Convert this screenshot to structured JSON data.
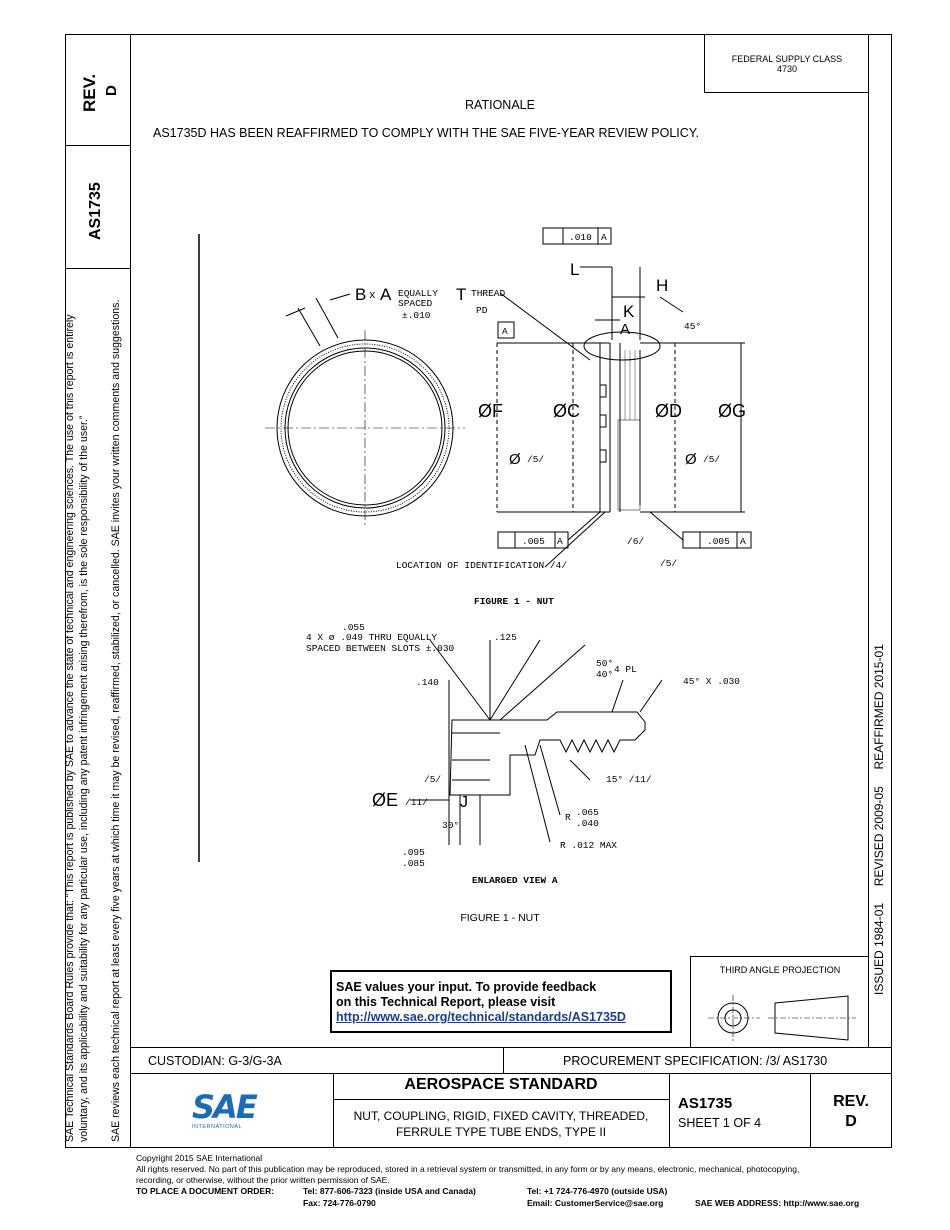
{
  "header": {
    "fsc_line1": "FEDERAL SUPPLY CLASS",
    "fsc_line2": "4730",
    "rationale_title": "RATIONALE",
    "rationale_text": "AS1735D HAS BEEN REAFFIRMED TO COMPLY WITH THE SAE FIVE-YEAR REVIEW POLICY."
  },
  "left_strip": {
    "rev_label": "REV.",
    "rev_value": "D",
    "doc_number": "AS1735",
    "rules_line1": "SAE Technical Standards Board Rules provide that: “This report is published by SAE to advance the state of technical and engineering sciences. The use of this report is entirely",
    "rules_line2": "voluntary, and its applicability and suitability for any particular use, including any patent infringement arising therefrom, is the sole responsibility of the user.”",
    "rules_line3": "SAE reviews each technical report at least every five years at which time it may be revised, reaffirmed, stabilized, or cancelled. SAE invites your written comments and suggestions."
  },
  "right_strip": {
    "dates": "ISSUED 1984-01     REVISED 2009-05     REAFFIRMED 2015-01"
  },
  "drawing": {
    "fig1_title": "FIGURE 1 - NUT",
    "fig1_caption": "FIGURE 1 - NUT",
    "enlarged_view": "ENLARGED VIEW A",
    "label_b": "B",
    "label_x": "x",
    "label_a": "A",
    "equally_spaced": "EQUALLY",
    "spaced": "SPACED",
    "tol_010": "±.010",
    "label_t": "T",
    "thread": "THREAD",
    "pd": "PD",
    "datum_a": "A",
    "perp_tol": ".010",
    "label_l": "L",
    "label_h": "H",
    "label_k": "K",
    "angle_45": "45°",
    "dia_f": "ØF",
    "dia_c": "ØC",
    "dia_d": "ØD",
    "dia_g": "ØG",
    "note5": "/5/",
    "note6": "/6/",
    "runout_tol": ".005",
    "location_id": "LOCATION OF IDENTIFICATION /4/",
    "slots_055": ".055",
    "slots_text1": "4 X ø .049 THRU EQUALLY",
    "slots_text2": "SPACED BETWEEN SLOTS ±.030",
    "dim_125": ".125",
    "angle_50": "50°",
    "angle_40": "40°",
    "four_pl": "4 PL",
    "dim_140": ".140",
    "chamfer": "45° X .030",
    "note11": "/11/",
    "dia_e": "ØE",
    "label_j": "J",
    "thread_angle": "15° /11/",
    "angle_30": "30°",
    "r_label": "R",
    "r_065": ".065",
    "r_040": ".040",
    "r_max": "R .012 MAX",
    "dim_095": ".095",
    "dim_085": ".085"
  },
  "feedback": {
    "line1": "SAE values your input. To provide feedback",
    "line2": "on this Technical Report, please visit",
    "link": "http://www.sae.org/technical/standards/AS1735D"
  },
  "projection": {
    "label": "THIRD ANGLE PROJECTION"
  },
  "title_block": {
    "custodian": "CUSTODIAN: G-3/G-3A",
    "procurement": "PROCUREMENT SPECIFICATION: /3/ AS1730",
    "std_title": "AEROSPACE STANDARD",
    "desc_line1": "NUT, COUPLING, RIGID, FIXED CAVITY, THREADED,",
    "desc_line2": "FERRULE TYPE TUBE ENDS, TYPE II",
    "doc_number": "AS1735",
    "sheet": "SHEET 1 OF 4",
    "rev_label": "REV.",
    "rev_value": "D",
    "logo_text": "SAE",
    "logo_sub": "INTERNATIONAL"
  },
  "footer": {
    "copyright": "Copyright 2015 SAE International",
    "rights1": "All rights reserved. No part of this publication may be reproduced, stored in a retrieval system or transmitted, in any form or by any means, electronic, mechanical, photocopying,",
    "rights2": "recording, or otherwise, without the prior written permission of SAE.",
    "order_label": "TO PLACE A DOCUMENT ORDER:",
    "tel_usa": "Tel: 877-606-7323 (inside USA and Canada)",
    "fax": "Fax: 724-776-0790",
    "tel_outside": "Tel: +1 724-776-4970 (outside USA)",
    "email": "Email: CustomerService@sae.org",
    "web": "SAE WEB ADDRESS: http://www.sae.org"
  }
}
